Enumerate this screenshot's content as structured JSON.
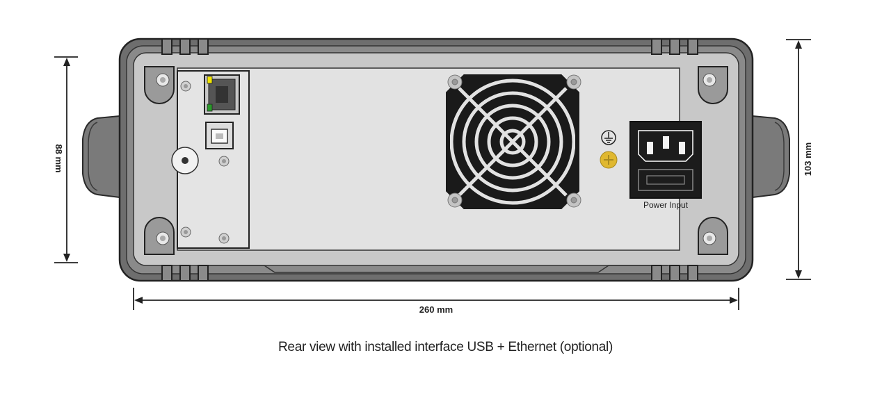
{
  "dimensions": {
    "height_inner": "88 mm",
    "height_outer": "103 mm",
    "width": "260 mm"
  },
  "labels": {
    "power_input": "Power Input"
  },
  "caption": "Rear view with installed interface USB + Ethernet (optional)",
  "icons": {
    "ground": "protective-earth-symbol",
    "fan": "fan-grille",
    "ethernet": "rj45-port",
    "usb": "usb-b-port",
    "power": "iec-c14-inlet"
  },
  "colors": {
    "case_dark": "#6e6e6e",
    "case_light": "#d4d4d4",
    "panel": "#e2e2e2",
    "fan": "#1a1a1a",
    "ground_screw": "#e0b830",
    "led_yellow": "#f2e600",
    "led_green": "#2a9a2a"
  }
}
